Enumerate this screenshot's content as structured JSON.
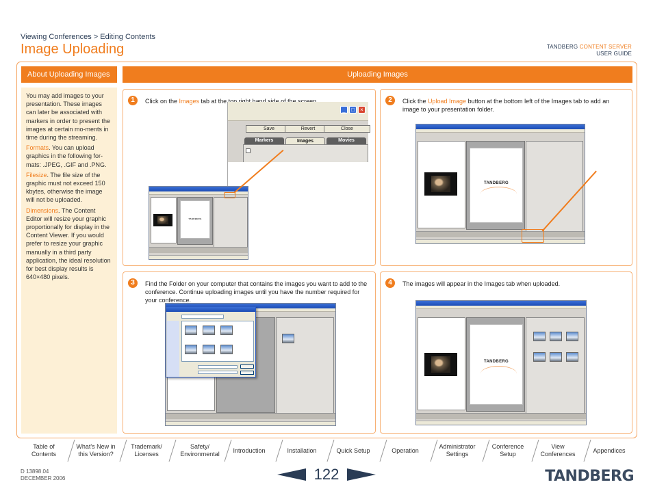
{
  "header": {
    "breadcrumb": "Viewing Conferences > Editing Contents",
    "title": "Image Uploading",
    "brand_prefix": "TANDBERG ",
    "brand_product": "CONTENT SERVER",
    "brand_guide": "USER GUIDE"
  },
  "left": {
    "heading": "About Uploading Images",
    "intro": "You may add images to your presentation. These images can later be associated with markers in order to present the images at certain mo-ments in time during the streaming.",
    "formats_label": "Formats",
    "formats_text": ". You can upload graphics in the following for-mats: .JPEG, .GIF and .PNG.",
    "filesize_label": "Filesize",
    "filesize_text": ". The file size of the graphic must not exceed 150 kbytes, otherwise the image will not be uploaded.",
    "dimensions_label": "Dimensions",
    "dimensions_text": ". The Content Editor will resize your graphic proportionally for display in the Content Viewer. If you would prefer to resize your graphic manually in a third party application, the ideal resolution for best display results is 640×480 pixels."
  },
  "right": {
    "heading": "Uploading Images",
    "steps": [
      {
        "num": "1",
        "pre": "Click on the ",
        "kw": "Images",
        "post": " tab at the top right hand side of the screen."
      },
      {
        "num": "2",
        "pre": "Click the ",
        "kw": "Upload Image",
        "post": " button at the bottom left of the Images tab to add an image to your presentation folder."
      },
      {
        "num": "3",
        "pre": "Find the Folder on your computer that contains the images you want to add to the conference. Continue uploading images until you have the number required for your conference.",
        "kw": "",
        "post": ""
      },
      {
        "num": "4",
        "pre": "The images will appear in the Images tab when uploaded.",
        "kw": "",
        "post": ""
      }
    ],
    "zoom": {
      "save": "Save",
      "revert": "Revert",
      "close": "Close",
      "tab_markers": "Markers",
      "tab_images": "Images",
      "tab_movies": "Movies"
    },
    "slide_logo": "TANDBERG"
  },
  "nav": {
    "items": [
      "Table of Contents",
      "What's New in this Version?",
      "Trademark/ Licenses",
      "Safety/ Environmental",
      "Introduction",
      "Installation",
      "Quick Setup",
      "Operation",
      "Administrator Settings",
      "Conference Setup",
      "View Conferences",
      "Appendices"
    ]
  },
  "footer": {
    "doc_number": "D 13898.04",
    "date": "DECEMBER 2006",
    "page": "122",
    "logo": "TANDBERG"
  },
  "colors": {
    "accent": "#f07d1e",
    "navy": "#2a3c55",
    "sidebar_bg": "#fdf0d6"
  }
}
